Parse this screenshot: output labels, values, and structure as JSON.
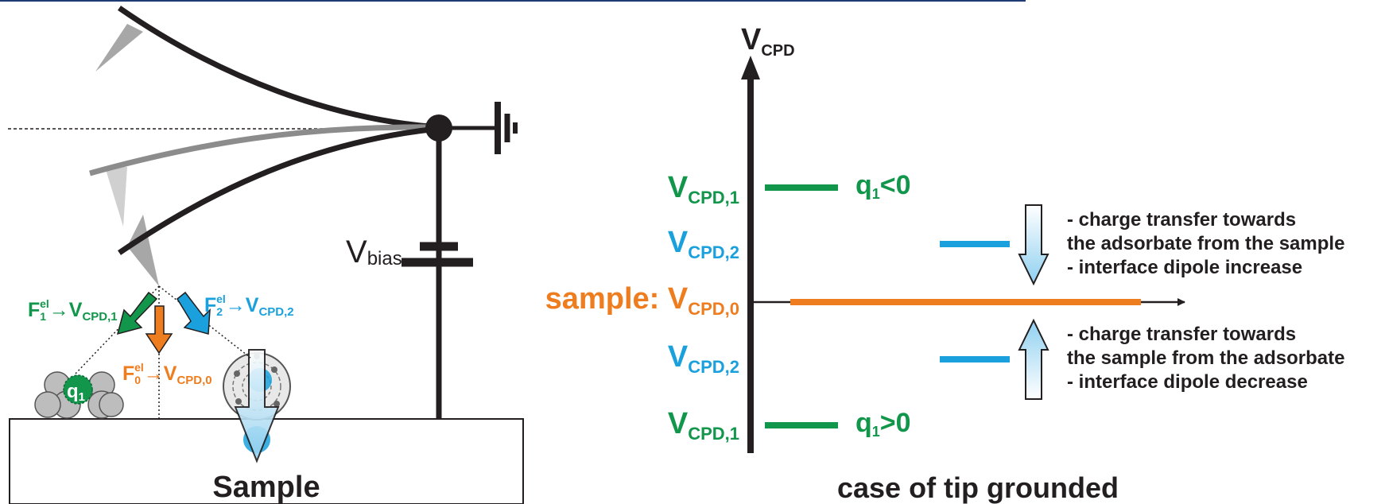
{
  "colors": {
    "dark": "#231f20",
    "green": "#11964b",
    "blue": "#1aa1dd",
    "orange": "#ee7d1f",
    "gray_tip": "#a7a7a7",
    "light_gray_tip": "#d0d0d0",
    "lever_mid": "#8c8c8c",
    "top_rule": "#1f3b73",
    "arrow_fill": "#cfe9f7"
  },
  "left_panel": {
    "sample_label": "Sample",
    "bias": {
      "main": "V",
      "sub": "bias"
    },
    "force_green": {
      "F": "F",
      "sub": "1",
      "sup": "el",
      "V": "V",
      "vsub": "CPD,1"
    },
    "force_blue": {
      "F": "F",
      "sub": "2",
      "sup": "el",
      "V": "V",
      "vsub": "CPD,2"
    },
    "force_orange": {
      "F": "F",
      "sub": "0",
      "sup": "el",
      "V": "V",
      "vsub": "CPD,0"
    },
    "charge_label": {
      "q": "q",
      "sub": "1"
    },
    "icons": [
      "cantilever-icon",
      "ground-symbol-icon",
      "battery-icon",
      "fullerene-icon",
      "adatom-cluster-icon"
    ]
  },
  "right_panel": {
    "axis_label": {
      "main": "V",
      "sub": "CPD"
    },
    "levels": [
      {
        "id": "cpd1-top",
        "main": "V",
        "sub": "CPD,1",
        "color": "green",
        "note_main": "q",
        "note_sub": "1",
        "note_rest": "<0"
      },
      {
        "id": "cpd2-top",
        "main": "V",
        "sub": "CPD,2",
        "color": "blue"
      },
      {
        "id": "cpd0",
        "prefix": "sample: ",
        "main": "V",
        "sub": "CPD,0",
        "color": "orange"
      },
      {
        "id": "cpd2-bottom",
        "main": "V",
        "sub": "CPD,2",
        "color": "blue"
      },
      {
        "id": "cpd1-bottom",
        "main": "V",
        "sub": "CPD,1",
        "color": "green",
        "note_main": "q",
        "note_sub": "1",
        "note_rest": ">0"
      }
    ],
    "note_down": [
      "- charge transfer towards",
      "the adsorbate from the sample",
      "- interface dipole increase"
    ],
    "note_up": [
      "- charge transfer towards",
      "the sample from the adsorbate",
      "- interface dipole decrease"
    ],
    "caption": "case of tip grounded"
  }
}
